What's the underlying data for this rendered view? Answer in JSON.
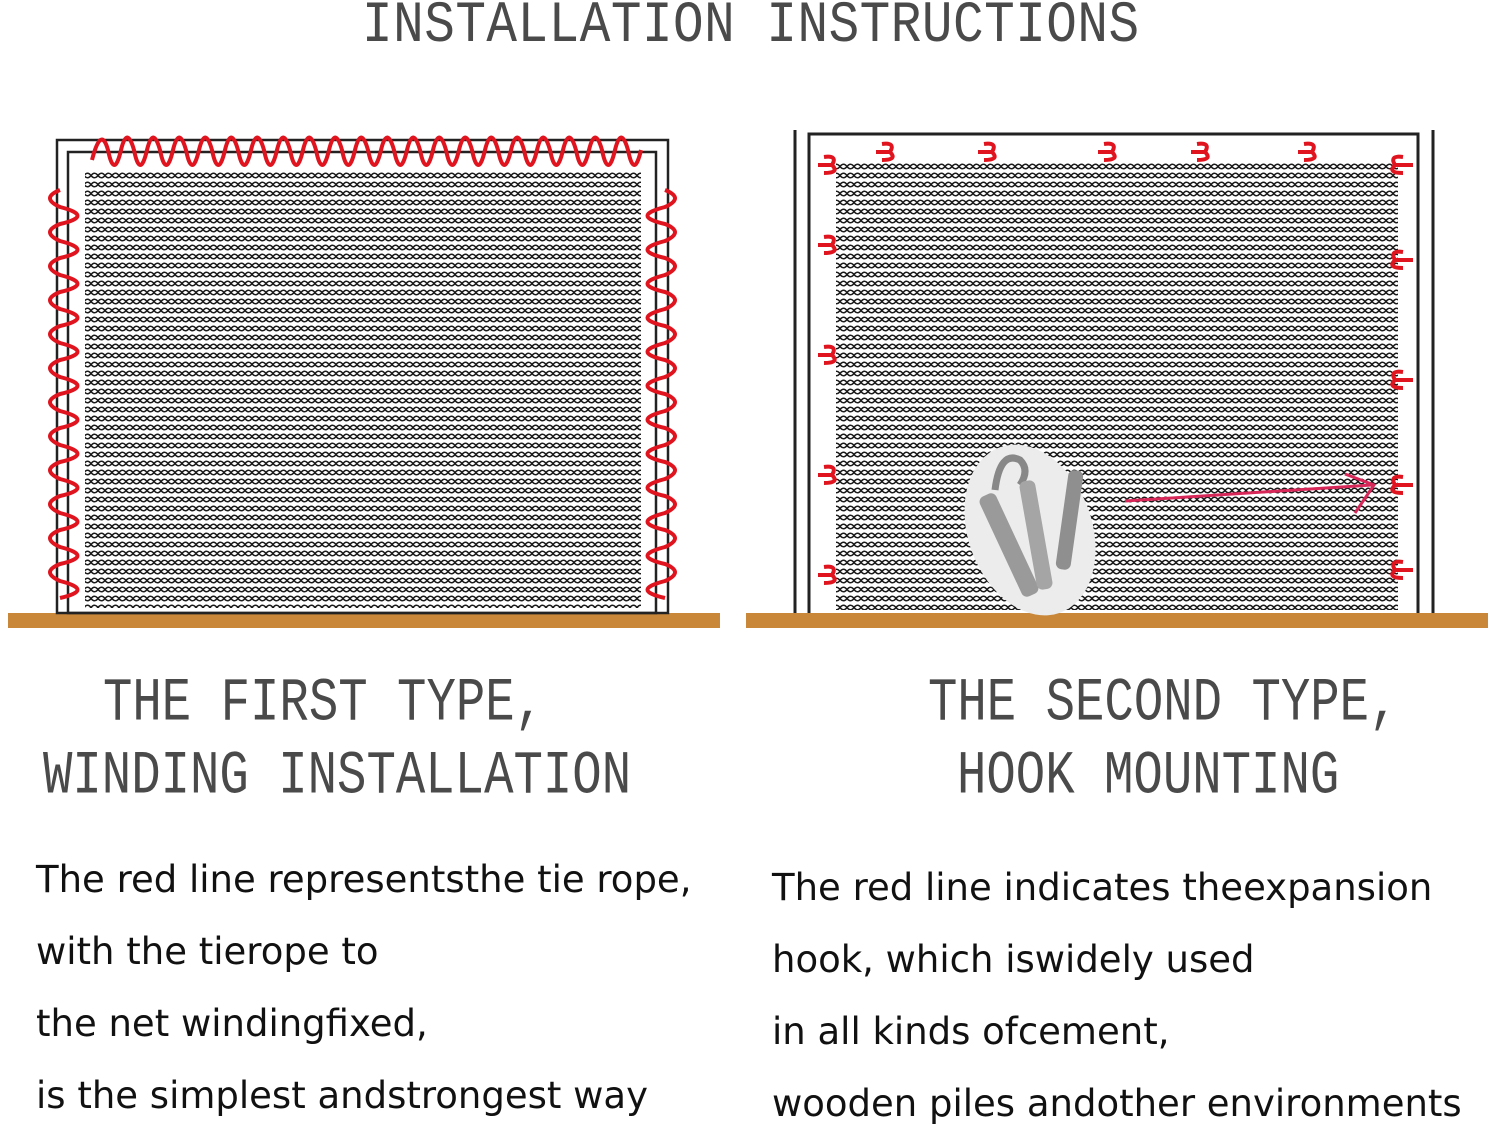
{
  "title": "INSTALLATION INSTRUCTIONS",
  "left": {
    "heading_line1": "THE FIRST TYPE,",
    "heading_line2": "WINDING INSTALLATION",
    "description": [
      "The red line representsthe tie rope,",
      "with the tierope to",
      "the net windingfixed,",
      "is the simplest andstrongest way"
    ]
  },
  "right": {
    "heading_line1": "THE SECOND TYPE,",
    "heading_line2": "HOOK MOUNTING",
    "description": [
      "The red line indicates theexpansion",
      "hook, which iswidely used",
      "in all kinds ofcement,",
      "wooden piles andother environments"
    ]
  },
  "colors": {
    "rope": "#e0141e",
    "ground": "#c9873a",
    "mesh": "#1a1a1a",
    "arrow": "#d8285a"
  }
}
